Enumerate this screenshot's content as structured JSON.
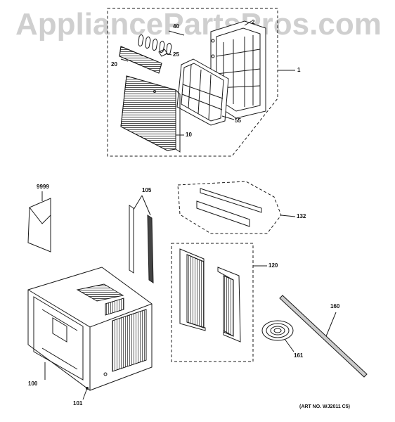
{
  "watermark": "AppliancePartsPros.com",
  "art_number": "(ART NO. WJ2011 C5)",
  "callouts": {
    "c1": "1",
    "c2": "2",
    "c10": "10",
    "c20": "20",
    "c25": "25",
    "c40": "40",
    "c55": "55",
    "c100": "100",
    "c101": "101",
    "c105": "105",
    "c120": "120",
    "c132": "132",
    "c160": "160",
    "c161": "161",
    "c9999": "9999"
  },
  "colors": {
    "line": "#1a1a1a",
    "watermark": "#cfcfcf",
    "background": "#ffffff"
  }
}
